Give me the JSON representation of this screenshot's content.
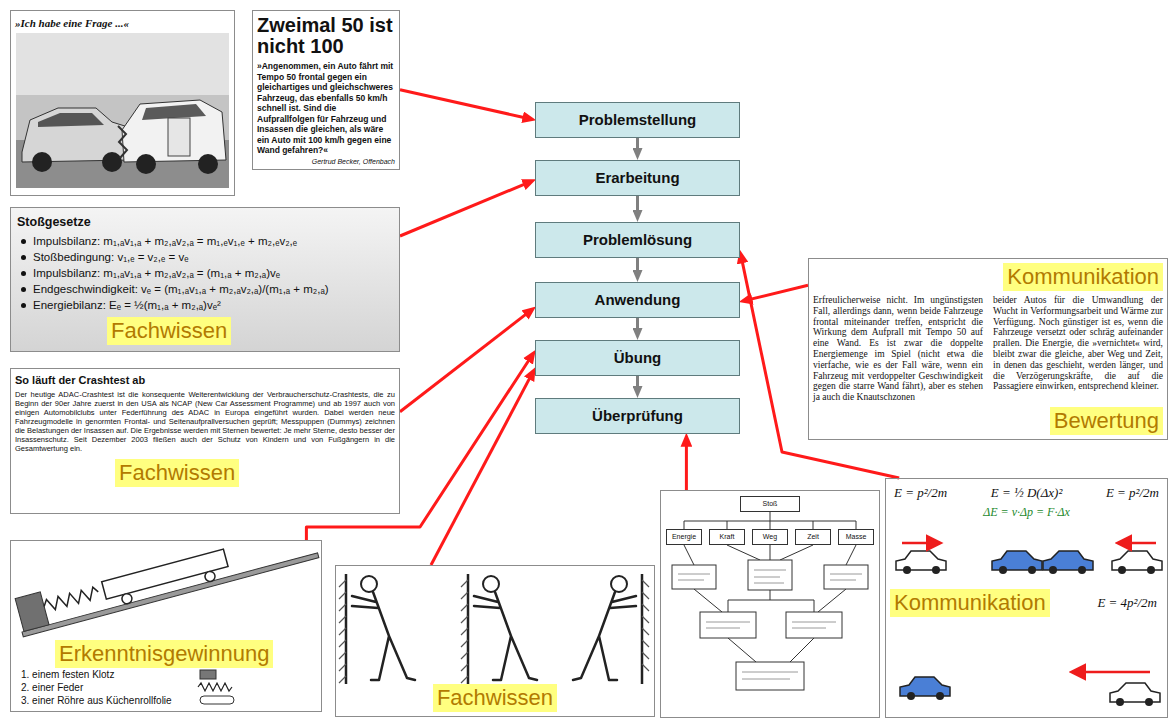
{
  "diagram": {
    "nodes": [
      {
        "text": [
          "»Ich habe eine Frage ...«"
        ]
      },
      {
        "text": [
          "Zweimal 50 ist nicht 100",
          "»Angenommen, ein Auto fährt mit Tempo 50 frontal gegen ein gleichartiges und gleichschweres Fahrzeug, das ebenfalls 50 km/h schnell ist. Sind die Aufprallfolgen für Fahrzeug und Insassen die gleichen, als wäre ein Auto mit 100 km/h gegen eine Wand gefahren?«",
          "Gertrud Becker, Offenbach"
        ]
      },
      {
        "text": [
          "Problemstellung"
        ]
      },
      {
        "text": [
          "Erarbeitung"
        ]
      },
      {
        "text": [
          "Problemlösung"
        ]
      },
      {
        "text": [
          "Anwendung"
        ]
      },
      {
        "text": [
          "Übung"
        ]
      },
      {
        "text": [
          "Überprüfung"
        ]
      },
      {
        "text": [
          "Stoßgesetze",
          "Impulsbilanz: m₁,ₐv₁,ₐ + m₂,ₐv₂,ₐ = m₁,ₑv₁,ₑ + m₂,ₑv₂,ₑ",
          "Stoßbedingung: v₁,ₑ = v₂,ₑ = vₑ",
          "Impulsbilanz: m₁,ₐv₁,ₐ + m₂,ₐv₂,ₐ = (m₁,ₐ + m₂,ₐ)vₑ",
          "Endgeschwindigkeit: vₑ = (m₁,ₐv₁,ₐ + m₂,ₐv₂,ₐ)/(m₁,ₐ + m₂,ₐ)",
          "Energiebilanz: Eₑ = ½(m₁,ₐ + m₂,ₐ)vₑ²",
          "Fachwissen"
        ]
      },
      {
        "text": [
          "Kommunikation",
          "Erfreulicherweise nicht. Im ungünstigsten Fall, allerdings dann, wenn beide Fahrzeuge frontal miteinander treffen, entspricht die Wirkung dem Aufprall mit Tempo 50 auf eine Wand. Es ist zwar die doppelte Energiemenge im Spiel (nicht etwa die vierfache, wie es der Fall wäre, wenn ein Fahrzeug mit verdoppelter Geschwindigkeit gegen die starre Wand fährt), aber es stehen ja auch die Knautschzonen",
          "beider Autos für die Umwandlung der Wucht in Verformungsarbeit und Wärme zur Verfügung. Noch günstiger ist es, wenn die Fahrzeuge versetzt oder schräg aufeinander prallen. Die Energie, die »vernichtet« wird, bleibt zwar die gleiche, aber Weg und Zeit, in denen das geschieht, werden länger, und die Verzögerungskräfte, die auf die Passagiere einwirken, entsprechend kleiner.",
          "Bewertung"
        ]
      },
      {
        "text": [
          "So läuft der Crashtest ab",
          "Der heutige ADAC-Crashtest ist die konsequente Weiterentwicklung der Verbraucherschutz-Crashtests, die zu Beginn der 90er Jahre zuerst in den USA als NCAP (New Car Assessment Programme) und ab 1997 auch von einigen Automobilclubs unter Federführung des ADAC in Europa eingeführt wurden. Dabei werden neue Fahrzeugmodelle in genormten Frontal- und Seitenaufprallversuchen geprüft; Messpuppen (Dummys) zeichnen die Belastungen der Insassen auf. Die Ergebnisse werden mit Sternen bewertet: Je mehr Sterne, desto besser der Insassenschutz. Seit Dezember 2003 fließen auch der Schutz von Kindern und von Fußgängern in die Gesamtwertung ein.",
          "Fachwissen"
        ]
      },
      {
        "text": [
          "Erkenntnisgewinnung",
          "1. einem festen Klotz",
          "2. einer Feder",
          "3. einer Röhre aus Küchenrollfolie"
        ]
      },
      {
        "text": [
          "Fachwissen"
        ]
      },
      {
        "text": [
          "Stoß",
          "Energie",
          "Kraft",
          "Weg",
          "Zeit",
          "Masse"
        ]
      },
      {
        "text": [
          "E = p²/2m",
          "E = ½ D(Δx)²",
          "E = p²/2m",
          "ΔE = v·Δp = F·Δx",
          "Kommunikation",
          "E = 4p²/2m"
        ]
      }
    ],
    "edges": [
      {
        "from": 2,
        "to": 3,
        "arrow": "to"
      },
      {
        "from": 3,
        "to": 4,
        "arrow": "to"
      },
      {
        "from": 4,
        "to": 5,
        "arrow": "to"
      },
      {
        "from": 5,
        "to": 6,
        "arrow": "to"
      },
      {
        "from": 6,
        "to": 7,
        "arrow": "to"
      },
      {
        "from": 1,
        "to": 2,
        "arrow": "to"
      },
      {
        "from": 8,
        "to": 3,
        "arrow": "to"
      },
      {
        "from": 9,
        "to": 5,
        "arrow": "to"
      },
      {
        "from": 10,
        "to": 5,
        "arrow": "to"
      },
      {
        "from": 11,
        "to": 6,
        "arrow": "to"
      },
      {
        "from": 12,
        "to": 6,
        "arrow": "to"
      },
      {
        "from": 13,
        "to": 7,
        "arrow": "to"
      },
      {
        "from": 14,
        "to": 4,
        "arrow": "to"
      }
    ]
  }
}
